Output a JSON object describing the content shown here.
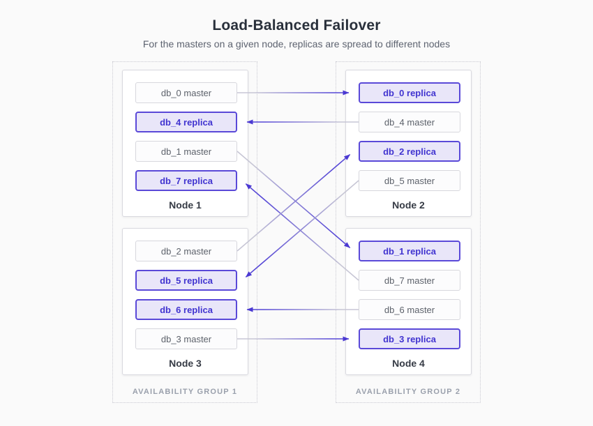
{
  "title": "Load-Balanced Failover",
  "subtitle": "For the masters on a given node, replicas are spread to different nodes",
  "colors": {
    "accent_purple": "#5546d6",
    "arrowhead": "#4b39d2",
    "line_source_gray": "#c7c6d5",
    "replica_fill": "#e9e6f9",
    "replica_border": "#5a49d8",
    "replica_text": "#4134d0",
    "master_text": "#5d626b"
  },
  "groups": [
    {
      "label": "AVAILABILITY GROUP 1",
      "nodes": [
        {
          "label": "Node 1",
          "slots": [
            {
              "id": "db_0-master",
              "label": "db_0 master",
              "type": "master"
            },
            {
              "id": "db_4-replica",
              "label": "db_4 replica",
              "type": "replica"
            },
            {
              "id": "db_1-master",
              "label": "db_1 master",
              "type": "master"
            },
            {
              "id": "db_7-replica",
              "label": "db_7 replica",
              "type": "replica"
            }
          ]
        },
        {
          "label": "Node 3",
          "slots": [
            {
              "id": "db_2-master",
              "label": "db_2 master",
              "type": "master"
            },
            {
              "id": "db_5-replica",
              "label": "db_5 replica",
              "type": "replica"
            },
            {
              "id": "db_6-replica",
              "label": "db_6 replica",
              "type": "replica"
            },
            {
              "id": "db_3-master",
              "label": "db_3 master",
              "type": "master"
            }
          ]
        }
      ]
    },
    {
      "label": "AVAILABILITY GROUP 2",
      "nodes": [
        {
          "label": "Node 2",
          "slots": [
            {
              "id": "db_0-replica",
              "label": "db_0 replica",
              "type": "replica"
            },
            {
              "id": "db_4-master",
              "label": "db_4 master",
              "type": "master"
            },
            {
              "id": "db_2-replica",
              "label": "db_2 replica",
              "type": "replica"
            },
            {
              "id": "db_5-master",
              "label": "db_5 master",
              "type": "master"
            }
          ]
        },
        {
          "label": "Node 4",
          "slots": [
            {
              "id": "db_1-replica",
              "label": "db_1 replica",
              "type": "replica"
            },
            {
              "id": "db_7-master",
              "label": "db_7 master",
              "type": "master"
            },
            {
              "id": "db_6-master",
              "label": "db_6 master",
              "type": "master"
            },
            {
              "id": "db_3-replica",
              "label": "db_3 replica",
              "type": "replica"
            }
          ]
        }
      ]
    }
  ],
  "connections": [
    {
      "from": "db_0-master",
      "to": "db_0-replica"
    },
    {
      "from": "db_4-master",
      "to": "db_4-replica"
    },
    {
      "from": "db_1-master",
      "to": "db_1-replica"
    },
    {
      "from": "db_7-master",
      "to": "db_7-replica"
    },
    {
      "from": "db_2-master",
      "to": "db_2-replica"
    },
    {
      "from": "db_5-master",
      "to": "db_5-replica"
    },
    {
      "from": "db_6-master",
      "to": "db_6-replica"
    },
    {
      "from": "db_3-master",
      "to": "db_3-replica"
    }
  ]
}
